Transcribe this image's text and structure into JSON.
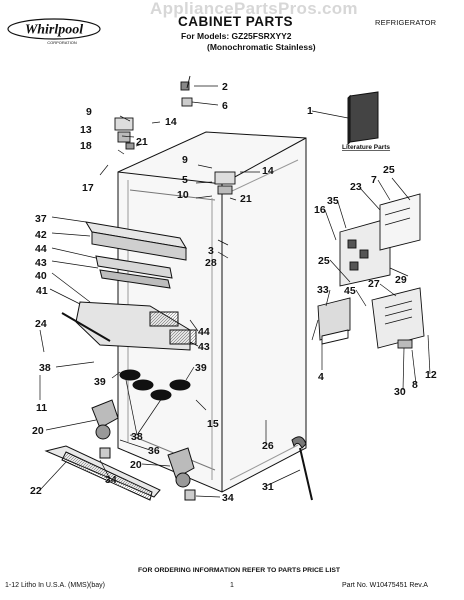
{
  "watermark": "AppliancePartsPros.com",
  "brand": {
    "logo_text": "Whirlpool",
    "logo_subtext": "CORPORATION"
  },
  "header": {
    "title": "CABINET PARTS",
    "subtitle_line1": "For Models: GZ25FSRXYY2",
    "subtitle_line2": "(Monochromatic Stainless)",
    "category": "REFRIGERATOR"
  },
  "literature_label": "Literature Parts",
  "callouts": [
    "1",
    "2",
    "6",
    "9",
    "14",
    "13",
    "18",
    "21",
    "17",
    "9",
    "5",
    "10",
    "14",
    "21",
    "37",
    "42",
    "44",
    "43",
    "40",
    "3",
    "28",
    "41",
    "24",
    "38",
    "39",
    "11",
    "20",
    "38",
    "36",
    "20",
    "34",
    "22",
    "34",
    "44",
    "43",
    "39",
    "15",
    "25",
    "7",
    "23",
    "35",
    "16",
    "29",
    "25",
    "27",
    "33",
    "45",
    "4",
    "30",
    "8",
    "12",
    "26",
    "31"
  ],
  "footer": {
    "note": "FOR ORDERING INFORMATION REFER TO PARTS PRICE LIST",
    "left": "1-12 Litho In U.S.A. (MMS)(bay)",
    "page": "1",
    "right": "Part No. W10475451 Rev.A"
  },
  "colors": {
    "ink": "#111111",
    "paper": "#ffffff",
    "watermark": "#969696"
  }
}
